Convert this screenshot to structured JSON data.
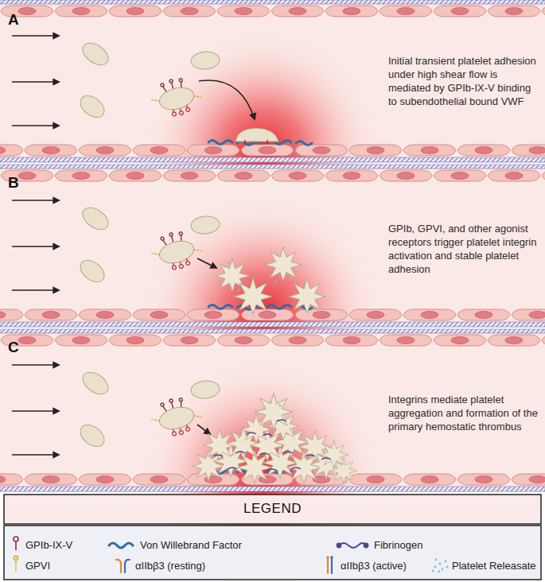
{
  "diagram": {
    "nodes": [
      {
        "text": [
          "A",
          "Initial transient platelet adhesion under high shear flow is mediated by GPIb-IX-V binding to subendothelial bound VWF"
        ]
      },
      {
        "text": [
          "B",
          "GPIb, GPVI, and other agonist receptors trigger platelet integrin activation and stable platelet adhesion"
        ]
      },
      {
        "text": [
          "C",
          "Integrins mediate platelet aggregation and formation of the primary hemostatic thrombus"
        ]
      }
    ],
    "labels": [
      "LEGEND"
    ],
    "legend": [
      {
        "text": "GPIb-IX-V"
      },
      {
        "text": "Von Willebrand Factor"
      },
      {
        "text": "Fibrinogen"
      },
      {
        "text": "GPVI"
      },
      {
        "text": "αIIbβ3 (resting)"
      },
      {
        "text": "αIIbβ3 (active)"
      },
      {
        "text": "Platelet Releasate"
      }
    ]
  }
}
